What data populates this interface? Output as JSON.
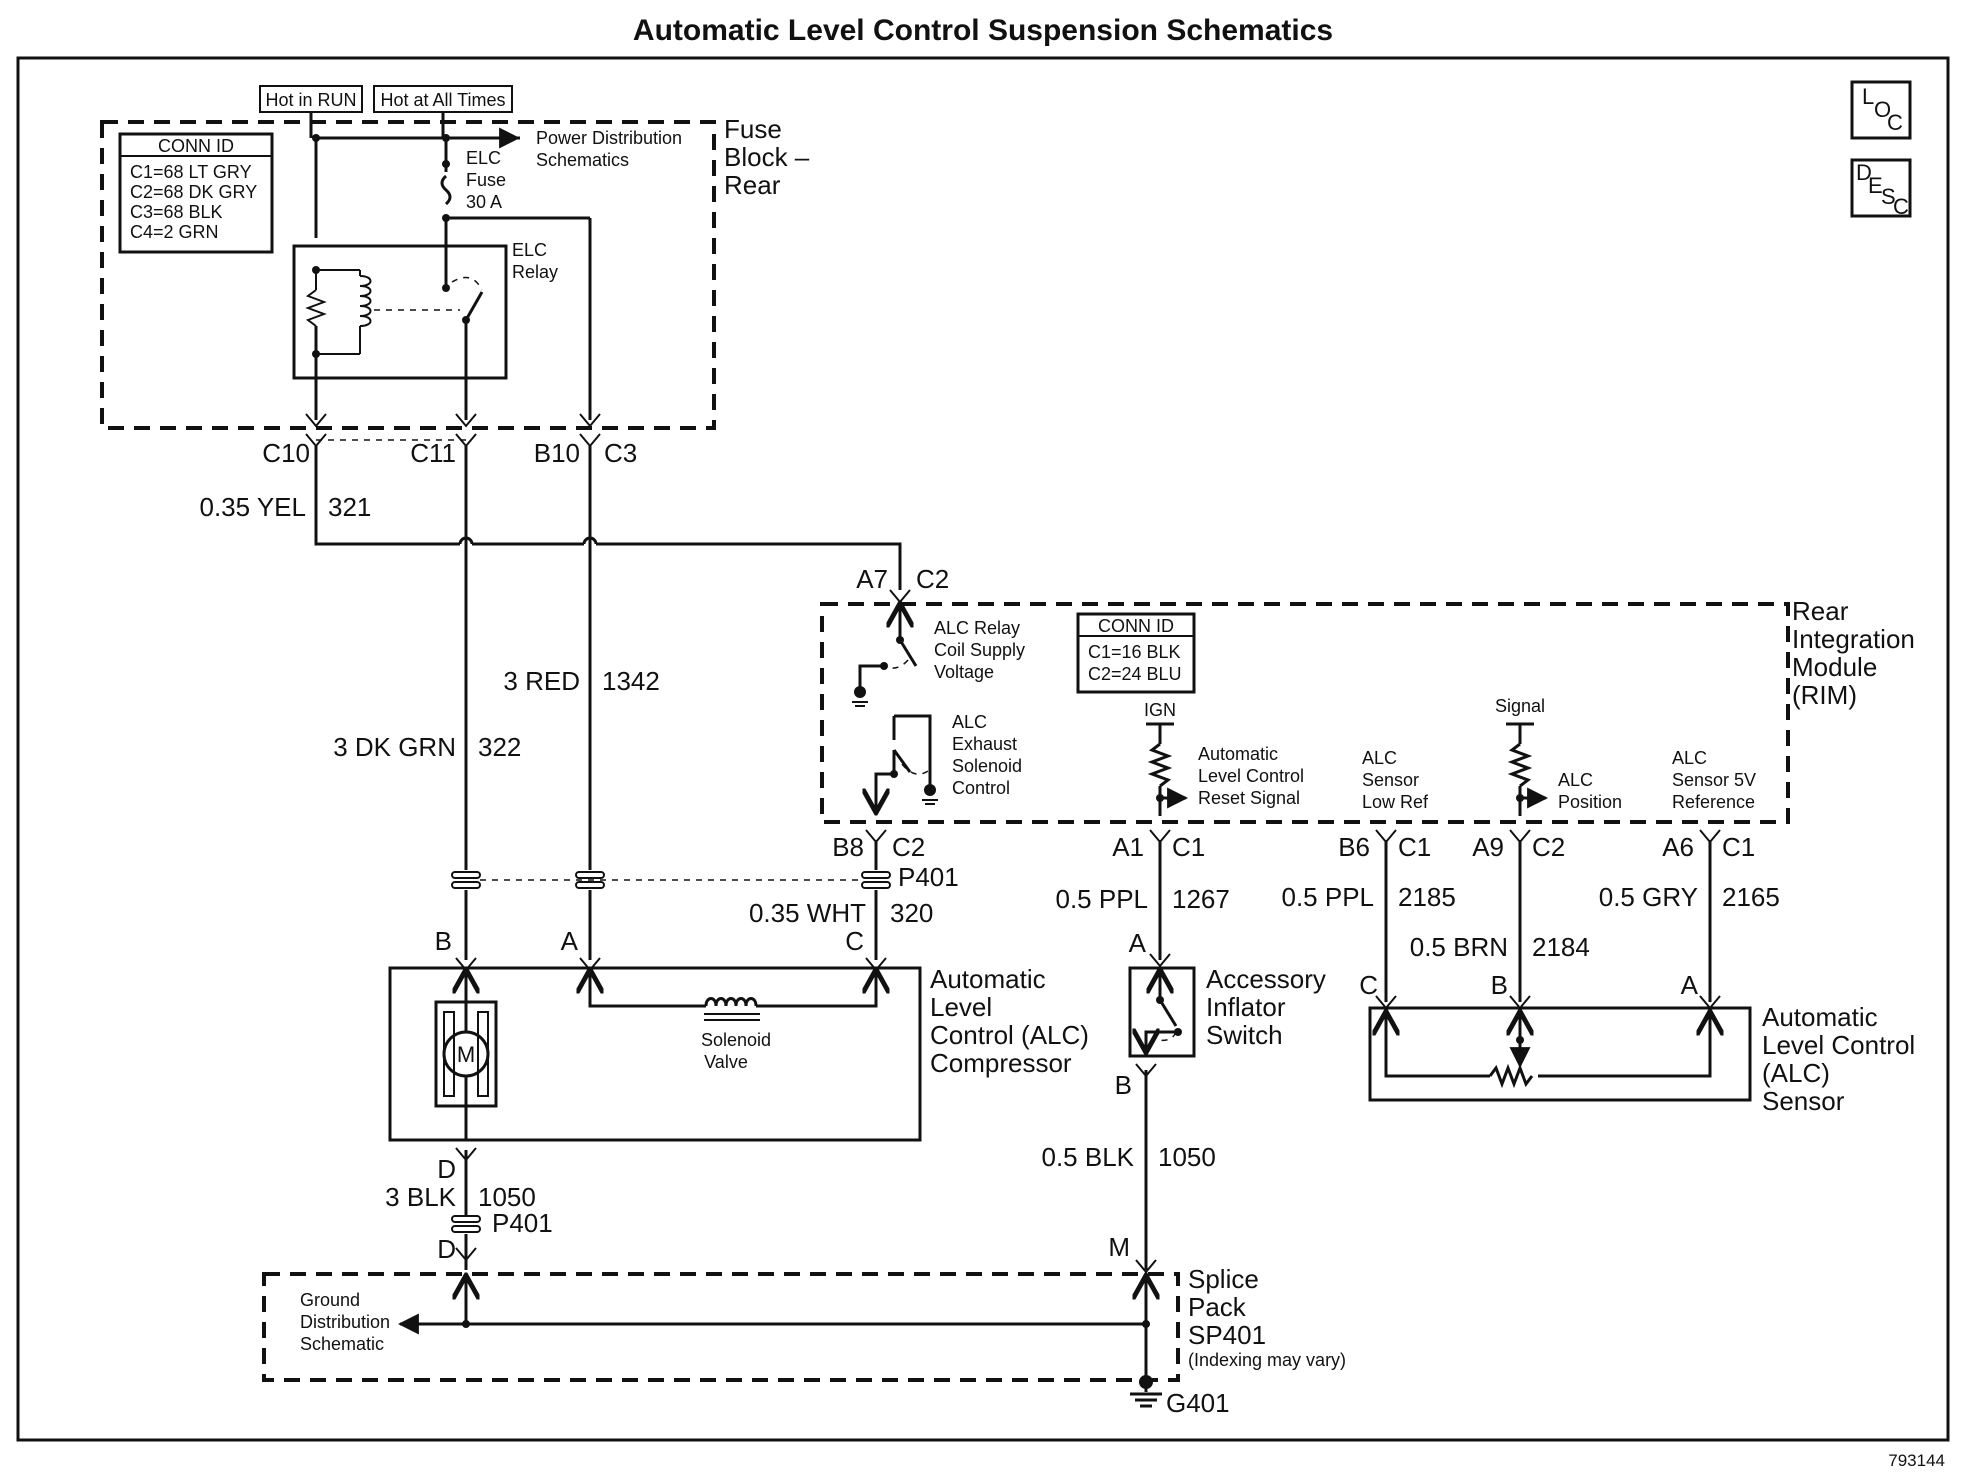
{
  "title": "Automatic Level Control Suspension Schematics",
  "figure_number": "793144",
  "corner_icons": [
    {
      "name": "location-icon",
      "letters": [
        "L",
        "O",
        "C"
      ]
    },
    {
      "name": "description-icon",
      "letters": [
        "D",
        "E",
        "S",
        "C"
      ]
    }
  ],
  "fuse_block": {
    "label_lines": [
      "Fuse",
      "Block –",
      "Rear"
    ],
    "hot_in_run": "Hot in RUN",
    "hot_at_all_times": "Hot at All Times",
    "power_distribution": [
      "Power Distribution",
      "Schematics"
    ],
    "fuse": [
      "ELC",
      "Fuse",
      "30 A"
    ],
    "relay": [
      "ELC",
      "Relay"
    ],
    "conn_id": {
      "title": "CONN ID",
      "lines": [
        "C1=68 LT GRY",
        "C2=68 DK GRY",
        "C3=68 BLK",
        "C4=2 GRN"
      ]
    },
    "pins": [
      "C10",
      "C11",
      "B10",
      "C3"
    ]
  },
  "wires": {
    "w321": {
      "gauge": "0.35 YEL",
      "circuit": "321"
    },
    "w322": {
      "gauge": "3 DK GRN",
      "circuit": "322"
    },
    "w1342": {
      "gauge": "3 RED",
      "circuit": "1342"
    },
    "w320": {
      "gauge": "0.35 WHT",
      "circuit": "320"
    },
    "w1050a": {
      "gauge": "3 BLK",
      "circuit": "1050"
    },
    "w1267": {
      "gauge": "0.5 PPL",
      "circuit": "1267"
    },
    "w2185": {
      "gauge": "0.5 PPL",
      "circuit": "2185"
    },
    "w2184": {
      "gauge": "0.5 BRN",
      "circuit": "2184"
    },
    "w2165": {
      "gauge": "0.5 GRY",
      "circuit": "2165"
    },
    "w1050b": {
      "gauge": "0.5 BLK",
      "circuit": "1050"
    }
  },
  "rim": {
    "label_lines": [
      "Rear",
      "Integration",
      "Module",
      "(RIM)"
    ],
    "conn_id": {
      "title": "CONN ID",
      "lines": [
        "C1=16 BLK",
        "C2=24 BLU"
      ]
    },
    "relay_coil": [
      "ALC Relay",
      "Coil Supply",
      "Voltage"
    ],
    "exhaust": [
      "ALC",
      "Exhaust",
      "Solenoid",
      "Control"
    ],
    "ign": "IGN",
    "reset": [
      "Automatic",
      "Level Control",
      "Reset Signal"
    ],
    "low_ref": [
      "ALC",
      "Sensor",
      "Low Ref"
    ],
    "signal": "Signal",
    "position": [
      "ALC",
      "Position"
    ],
    "ref5v": [
      "ALC",
      "Sensor 5V",
      "Reference"
    ],
    "pin_a7": "A7",
    "pin_a7_conn": "C2",
    "pin_b8": "B8",
    "pin_b8_conn": "C2",
    "pin_a1": "A1",
    "pin_a1_conn": "C1",
    "pin_b6": "B6",
    "pin_b6_conn": "C1",
    "pin_a9": "A9",
    "pin_a9_conn": "C2",
    "pin_a6": "A6",
    "pin_a6_conn": "C1"
  },
  "p401": "P401",
  "compressor": {
    "label_lines": [
      "Automatic",
      "Level",
      "Control (ALC)",
      "Compressor"
    ],
    "motor": "M",
    "solenoid": [
      "Solenoid",
      "Valve"
    ],
    "pin_a": "A",
    "pin_b": "B",
    "pin_c": "C",
    "pin_d": "D"
  },
  "pin_d_lower": "D",
  "inflator": {
    "label_lines": [
      "Accessory",
      "Inflator",
      "Switch"
    ],
    "pin_a": "A",
    "pin_b": "B"
  },
  "sensor": {
    "label_lines": [
      "Automatic",
      "Level Control",
      "(ALC)",
      "Sensor"
    ],
    "pin_a": "A",
    "pin_b": "B",
    "pin_c": "C"
  },
  "splice": {
    "label_lines": [
      "Splice",
      "Pack",
      "SP401"
    ],
    "note": "(Indexing may vary)",
    "pin_m": "M",
    "ground_distribution": [
      "Ground",
      "Distribution",
      "Schematic"
    ],
    "ground": "G401"
  }
}
